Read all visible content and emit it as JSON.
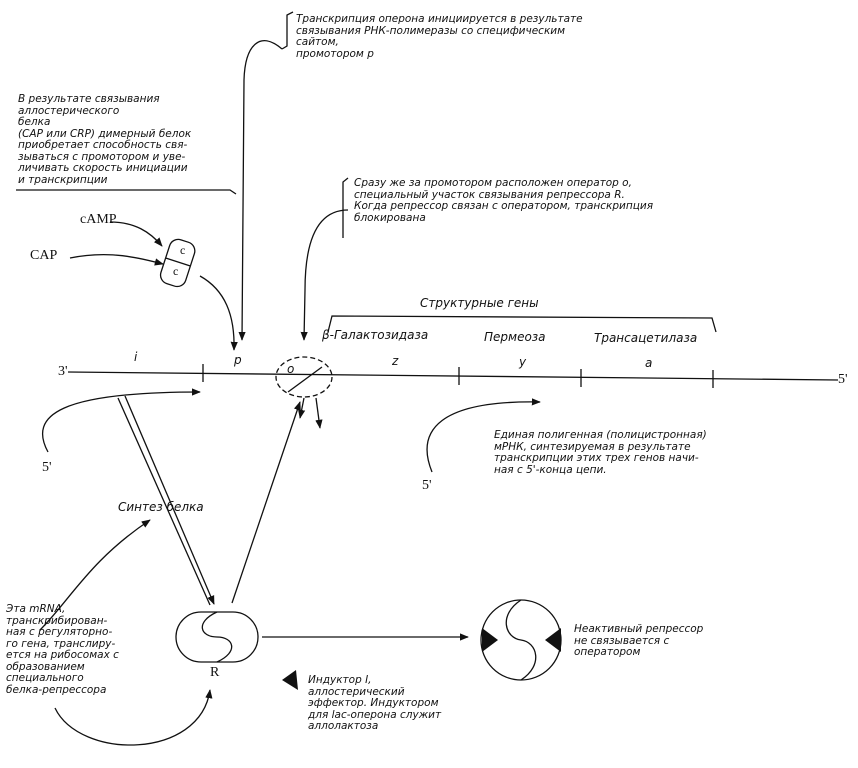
{
  "notes": {
    "transcription_initiation": "Транскрипция оперона инициируется в результате\nсвязывания РНК-полимеразы со специфическим сайтом,\nпромотором p",
    "cap_binding": "В результате связывания\nаллостерического\nбелка\n(CAP или CRP) димерный белок\nприобретает способность свя-\nзываться с промотором и уве-\nличивать скорость инициации\nи транскрипции",
    "operator": "Сразу же за промотором расположен оператор o,\nспециальный участок связывания репрессора R.\nКогда репрессор связан с оператором, транскрипция\nблокирована",
    "polycistronic": "Единая полигенная (полицистронная)\nмРНК, синтезируемая в результате\nтранскрипции этих трех генов начи-\nная с 5'-конца цепи.",
    "mrna_regulator": "Эта mRNA,\nтранскрибирован-\nная с регуляторно-\nго гена, транслиру-\nется на рибосомах с\nобразованием\nспециального\nбелка-репрессора",
    "inactive_repressor": "Неактивный репрессор\nне связывается с\nоператором",
    "inducer": "Индуктор I,\nаллостерический\nэффектор. Индуктором\nдля lac-оперона служит\nаллолактоза"
  },
  "labels": {
    "camp": "cAMP",
    "cap": "CAP",
    "c_upper": "c",
    "c_lower": "c",
    "three_prime": "3'",
    "five_prime_right": "5'",
    "five_prime_left": "5'",
    "five_prime_mid": "5'",
    "gene_i": "i",
    "gene_p": "p",
    "gene_o": "o",
    "gene_z": "z",
    "gene_y": "y",
    "gene_a": "a",
    "repressor_r": "R",
    "structural_genes": "Структурные гены",
    "galactosidase": "β-Галактозидаза",
    "permease": "Пермеоза",
    "transacetylase": "Трансацетилаза",
    "protein_synthesis": "Синтез белка"
  },
  "colors": {
    "ink": "#111111",
    "background": "#ffffff"
  }
}
